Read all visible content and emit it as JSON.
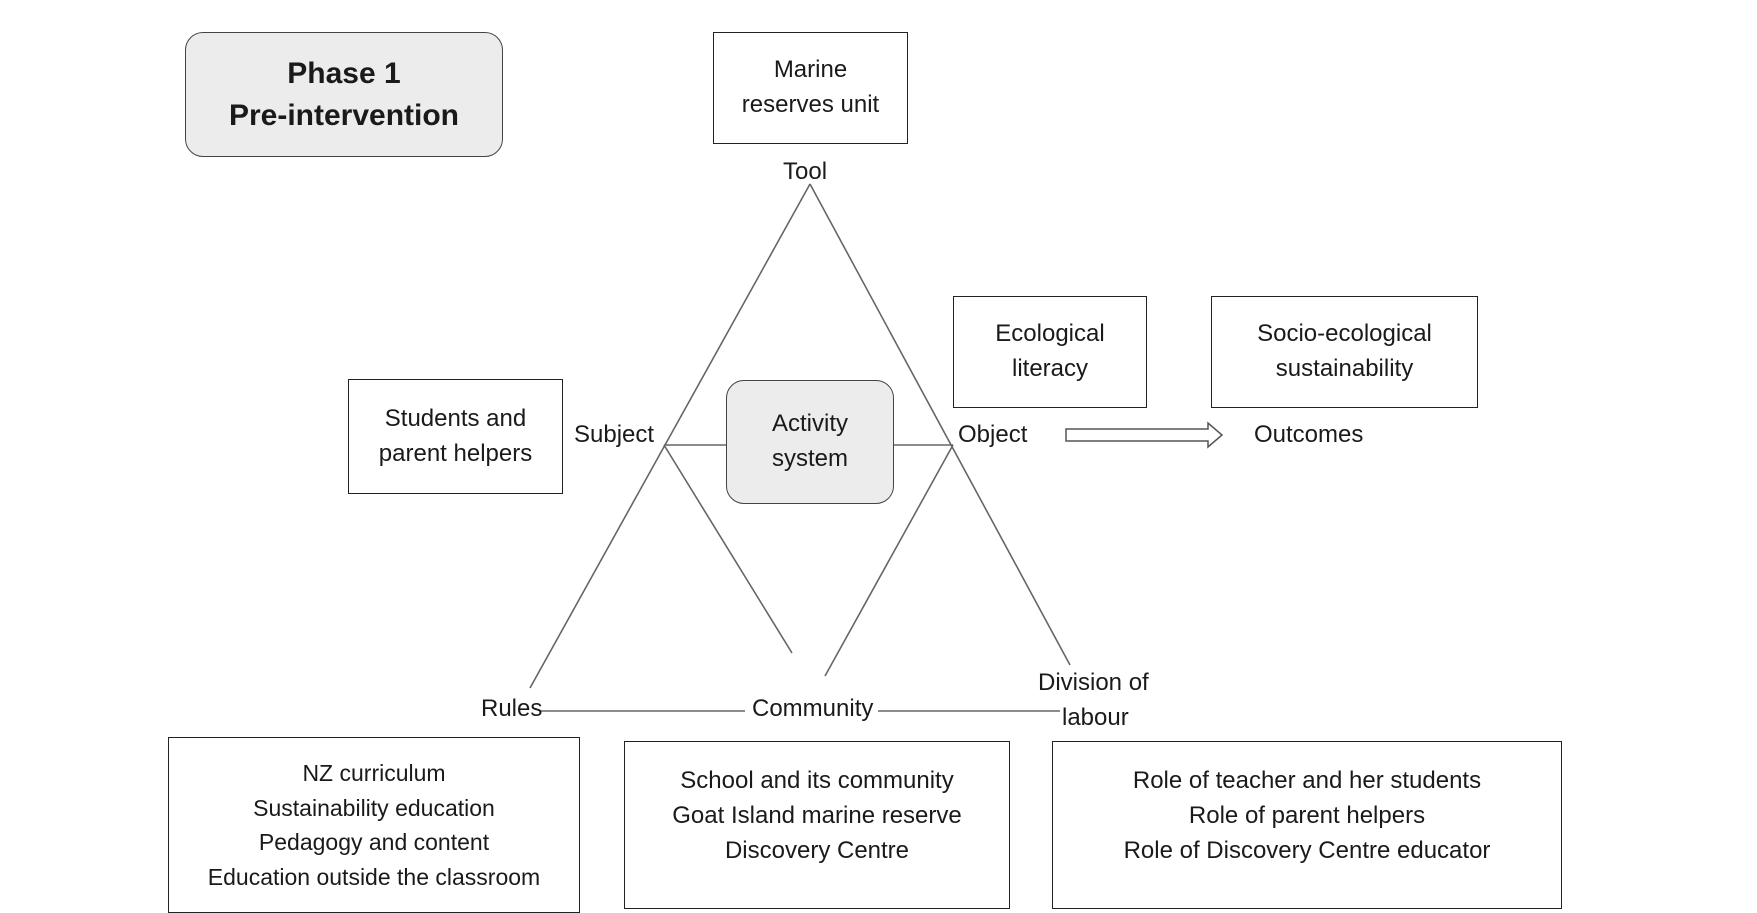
{
  "phase": {
    "title": "Phase 1",
    "subtitle": "Pre-intervention"
  },
  "tool_box": {
    "lines": [
      "Marine",
      "reserves unit"
    ]
  },
  "nodes": {
    "tool": "Tool",
    "subject": "Subject",
    "object": "Object",
    "rules": "Rules",
    "community": "Community",
    "division_line1": "Division of",
    "division_line2": "labour",
    "outcomes": "Outcomes"
  },
  "center": {
    "lines": [
      "Activity",
      "system"
    ]
  },
  "subject_box": {
    "lines": [
      "Students and",
      "parent helpers"
    ]
  },
  "object_box": {
    "lines": [
      "Ecological",
      "literacy"
    ]
  },
  "outcome_box": {
    "lines": [
      "Socio-ecological",
      "sustainability"
    ]
  },
  "rules_box": {
    "lines": [
      "NZ  curriculum",
      "Sustainability education",
      "Pedagogy and content",
      "Education outside the classroom"
    ]
  },
  "community_box": {
    "lines": [
      "School and its community",
      "Goat Island marine reserve",
      "Discovery Centre"
    ]
  },
  "division_box": {
    "lines": [
      "Role of teacher and her students",
      "Role of parent helpers",
      "Role of Discovery Centre educator"
    ]
  },
  "colors": {
    "line": "#555555",
    "rounded_fill": "#ececec",
    "border": "#222222"
  }
}
